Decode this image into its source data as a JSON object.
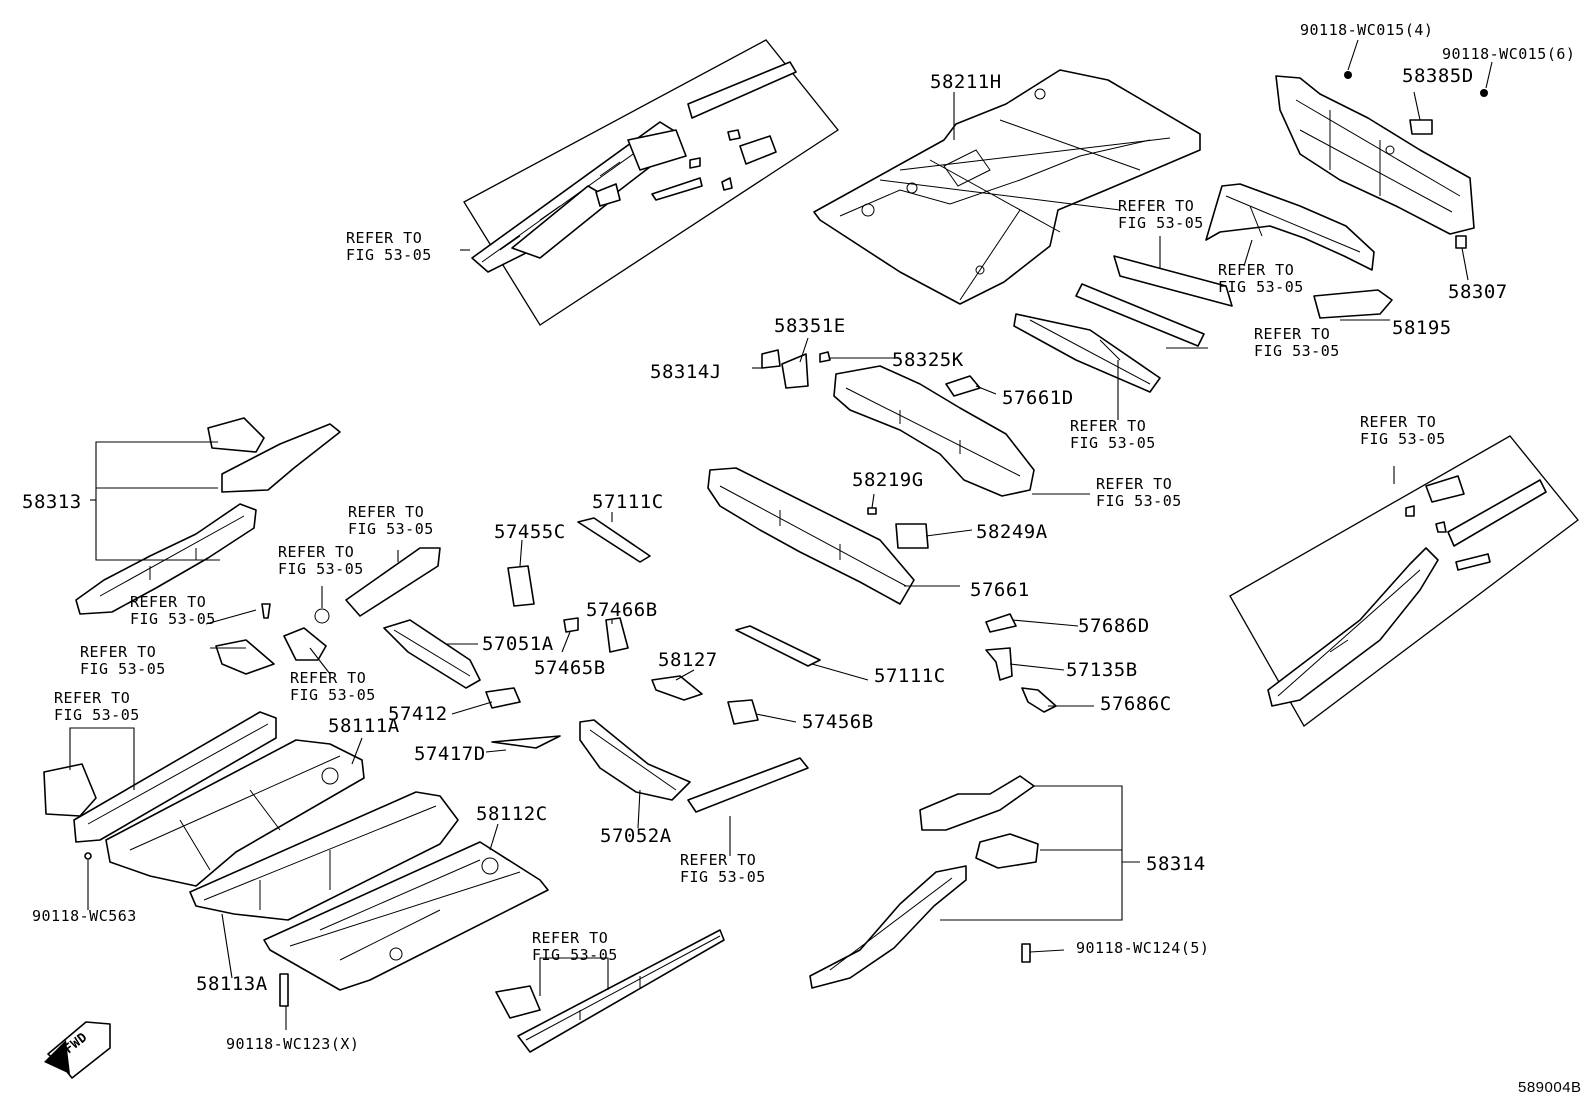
{
  "diagram": {
    "code": "589004B",
    "fwd_label": "FWD",
    "labels": [
      {
        "id": "l-90118-wc015-4",
        "text": "90118-WC015(4)",
        "size": "s"
      },
      {
        "id": "l-90118-wc015-6",
        "text": "90118-WC015(6)",
        "size": "s"
      },
      {
        "id": "l-58385d",
        "text": "58385D"
      },
      {
        "id": "l-58211h",
        "text": "58211H"
      },
      {
        "id": "l-refer-1",
        "text": "REFER TO\nFIG 53-05",
        "size": "s"
      },
      {
        "id": "l-refer-2",
        "text": "REFER TO\nFIG 53-05",
        "size": "s"
      },
      {
        "id": "l-refer-3",
        "text": "REFER TO\nFIG 53-05",
        "size": "s"
      },
      {
        "id": "l-58307",
        "text": "58307"
      },
      {
        "id": "l-58195",
        "text": "58195"
      },
      {
        "id": "l-refer-4",
        "text": "REFER TO\nFIG 53-05",
        "size": "s"
      },
      {
        "id": "l-58351e",
        "text": "58351E"
      },
      {
        "id": "l-58325k",
        "text": "58325K"
      },
      {
        "id": "l-58314j",
        "text": "58314J"
      },
      {
        "id": "l-57661d",
        "text": "57661D"
      },
      {
        "id": "l-refer-5",
        "text": "REFER TO\nFIG 53-05",
        "size": "s"
      },
      {
        "id": "l-refer-6",
        "text": "REFER TO\nFIG 53-05",
        "size": "s"
      },
      {
        "id": "l-refer-7",
        "text": "REFER TO\nFIG 53-05",
        "size": "s"
      },
      {
        "id": "l-58313",
        "text": "58313"
      },
      {
        "id": "l-58219g",
        "text": "58219G"
      },
      {
        "id": "l-57111c-1",
        "text": "57111C"
      },
      {
        "id": "l-57455c",
        "text": "57455C"
      },
      {
        "id": "l-refer-8",
        "text": "REFER TO\nFIG 53-05",
        "size": "s"
      },
      {
        "id": "l-refer-9",
        "text": "REFER TO\nFIG 53-05",
        "size": "s"
      },
      {
        "id": "l-58249a",
        "text": "58249A"
      },
      {
        "id": "l-57661",
        "text": "57661"
      },
      {
        "id": "l-refer-10",
        "text": "REFER TO\nFIG 53-05",
        "size": "s"
      },
      {
        "id": "l-57466b",
        "text": "57466B"
      },
      {
        "id": "l-57051a",
        "text": "57051A"
      },
      {
        "id": "l-57686d",
        "text": "57686D"
      },
      {
        "id": "l-refer-11",
        "text": "REFER TO\nFIG 53-05",
        "size": "s"
      },
      {
        "id": "l-57465b",
        "text": "57465B"
      },
      {
        "id": "l-58127",
        "text": "58127"
      },
      {
        "id": "l-57111c-2",
        "text": "57111C"
      },
      {
        "id": "l-57135b",
        "text": "57135B"
      },
      {
        "id": "l-refer-12",
        "text": "REFER TO\nFIG 53-05",
        "size": "s"
      },
      {
        "id": "l-refer-13",
        "text": "REFER TO\nFIG 53-05",
        "size": "s"
      },
      {
        "id": "l-57412",
        "text": "57412"
      },
      {
        "id": "l-57686c",
        "text": "57686C"
      },
      {
        "id": "l-57456b",
        "text": "57456B"
      },
      {
        "id": "l-58111a",
        "text": "58111A"
      },
      {
        "id": "l-57417d",
        "text": "57417D"
      },
      {
        "id": "l-58112c",
        "text": "58112C"
      },
      {
        "id": "l-57052a",
        "text": "57052A"
      },
      {
        "id": "l-58314",
        "text": "58314"
      },
      {
        "id": "l-refer-14",
        "text": "REFER TO\nFIG 53-05",
        "size": "s"
      },
      {
        "id": "l-90118-wc563",
        "text": "90118-WC563",
        "size": "s"
      },
      {
        "id": "l-refer-15",
        "text": "REFER TO\nFIG 53-05",
        "size": "s"
      },
      {
        "id": "l-90118-wc124",
        "text": "90118-WC124(5)",
        "size": "s"
      },
      {
        "id": "l-58113a",
        "text": "58113A"
      },
      {
        "id": "l-90118-wc123",
        "text": "90118-WC123(X)",
        "size": "s"
      }
    ]
  }
}
